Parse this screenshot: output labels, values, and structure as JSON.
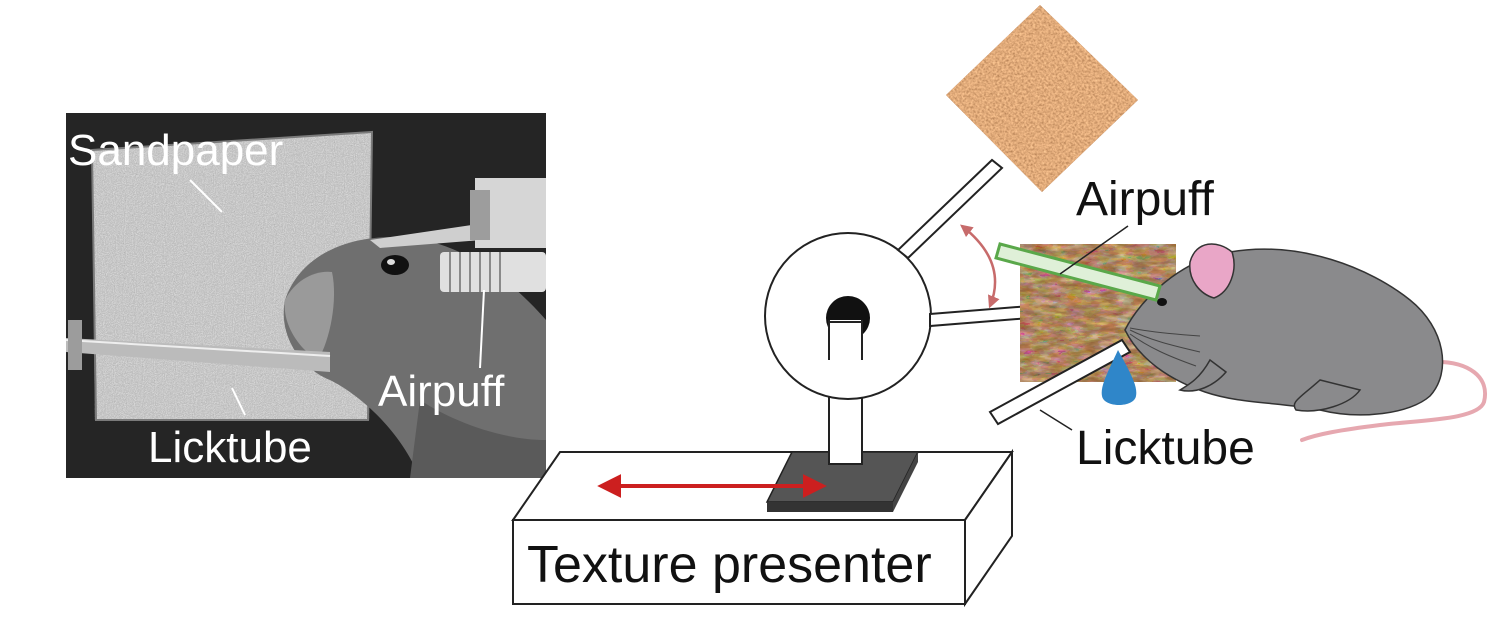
{
  "photo_panel": {
    "labels": {
      "sandpaper": "Sandpaper",
      "airpuff": "Airpuff",
      "licktube": "Licktube"
    }
  },
  "schematic": {
    "labels": {
      "airpuff": "Airpuff",
      "licktube": "Licktube",
      "texture_presenter": "Texture presenter"
    }
  },
  "colors": {
    "arrow_red": "#cc1f1f",
    "rotation_arrow": "#c76b6b",
    "airpuff_green": "#5aa84a",
    "water_drop": "#2f86c9",
    "mouse_gray": "#8a8a8c",
    "ear_pink": "#e9a6c7",
    "tail_pink": "#e6a8b0",
    "sandpaper_brown": "#a9683a",
    "platform_gray": "#555555"
  }
}
